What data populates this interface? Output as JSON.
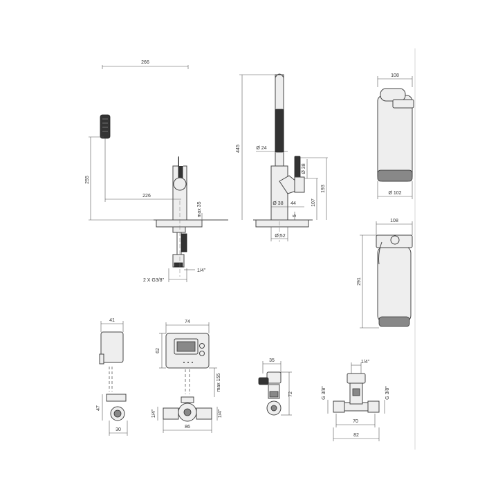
{
  "dimensions": {
    "tap_reach": "266",
    "tap_spout_height": "255",
    "tap_spout_offset": "226",
    "tap_deck_max": "max 35",
    "tap_connection": "2 X G3/8\"",
    "tap_hose_quarter": "1/4\"",
    "side_height": "445",
    "side_spout_dia": "Ø 24",
    "side_lever_height": "193",
    "side_body_height": "107",
    "side_handle_dia": "Ø 38",
    "side_body_dia": "Ø 38",
    "side_lever_offset": "44",
    "side_small": "5",
    "side_base_dia": "Ø 52",
    "filter_top_width": "108",
    "filter_top_dia": "Ø 102",
    "filter_side_width": "108",
    "filter_side_height": "291",
    "valve_side_width": "41",
    "valve_side_height": "47",
    "valve_side_base": "30",
    "box_width": "74",
    "box_height": "62",
    "box_cable": "max 155",
    "box_left_quarter": "1/4\"",
    "box_right_quarter": "1/4\"",
    "box_base": "86",
    "tvalve_width": "35",
    "tvalve_height": "72",
    "tee_top": "1/4\"",
    "tee_left": "G 3/8\"",
    "tee_right": "G 3/8\"",
    "tee_inner": "70",
    "tee_outer": "82"
  }
}
